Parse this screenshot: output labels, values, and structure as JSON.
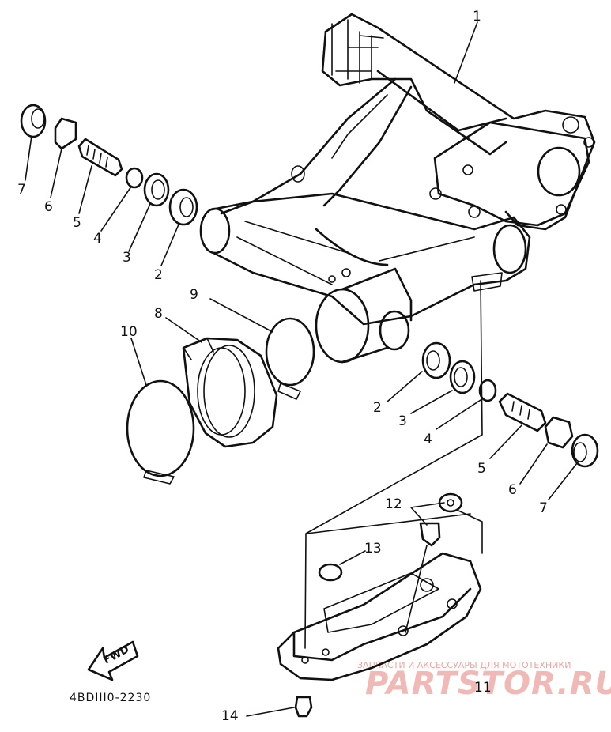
{
  "diagram": {
    "drawing_code": "4BDIII0-2230",
    "direction_label": "FWD",
    "watermark": {
      "tagline": "ЗАПЧАСТИ И АКСЕССУАРЫ ДЛЯ МОТОТЕХНИКИ",
      "brand": "PARTSTOR.RU"
    },
    "callouts": {
      "c1": "1",
      "c2a": "2",
      "c3a": "3",
      "c4a": "4",
      "c5a": "5",
      "c6a": "6",
      "c7a": "7",
      "c2b": "2",
      "c3b": "3",
      "c4b": "4",
      "c5b": "5",
      "c6b": "6",
      "c7b": "7",
      "c8": "8",
      "c9": "9",
      "c10": "10",
      "c11": "11",
      "c12": "12",
      "c13": "13",
      "c14": "14"
    }
  }
}
